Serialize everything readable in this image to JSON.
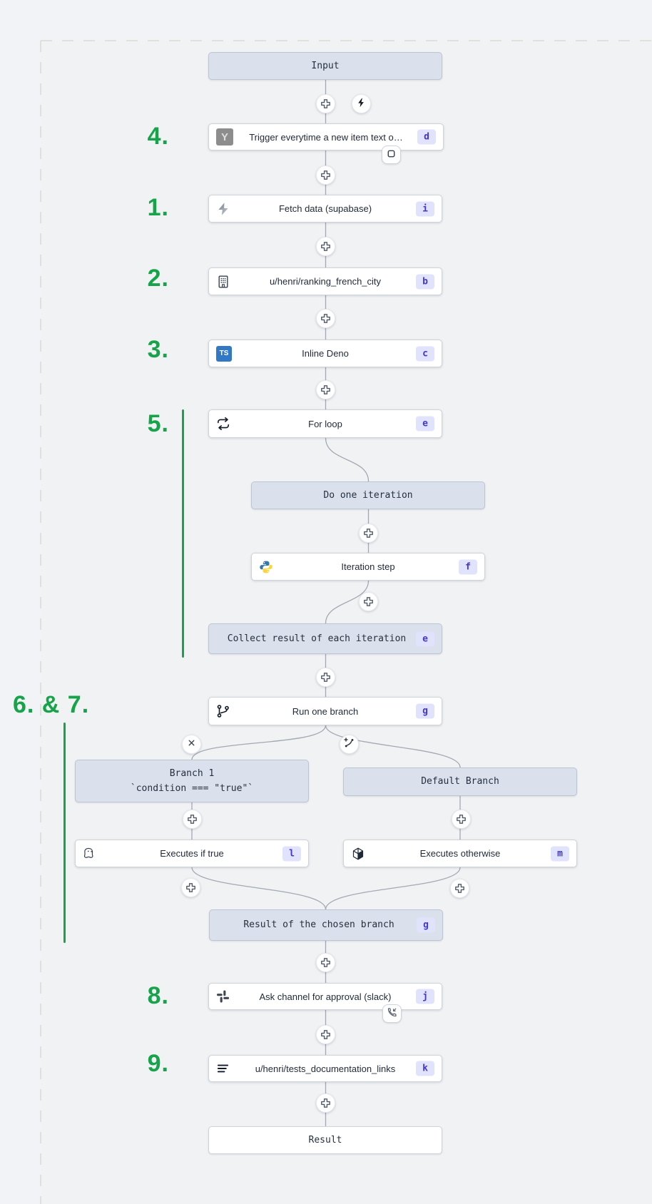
{
  "colors": {
    "accent_green": "#16a34a",
    "badge_bg": "#e0e3fb",
    "badge_text": "#4338ca",
    "module_bg": "#dbe1ec",
    "node_bg": "#ffffff",
    "connector": "#a3a9b3",
    "canvas_bg": "#f0f2f4"
  },
  "annotations": {
    "items": [
      {
        "label": "4."
      },
      {
        "label": "1."
      },
      {
        "label": "2."
      },
      {
        "label": "3."
      },
      {
        "label": "5."
      },
      {
        "label": "6. & 7."
      },
      {
        "label": "8."
      },
      {
        "label": "9."
      }
    ]
  },
  "flow": {
    "nodes": [
      {
        "id": "input",
        "label": "Input",
        "type": "module"
      },
      {
        "id": "trigger",
        "label": "Trigger everytime a new item text o…",
        "badge": "d",
        "icon": "ycombinator-icon"
      },
      {
        "id": "fetch",
        "label": "Fetch data (supabase)",
        "badge": "i",
        "icon": "supabase-icon"
      },
      {
        "id": "ranking",
        "label": "u/henri/ranking_french_city",
        "badge": "b",
        "icon": "building-icon"
      },
      {
        "id": "deno",
        "label": "Inline Deno",
        "badge": "c",
        "icon": "typescript-icon"
      },
      {
        "id": "forloop",
        "label": "For loop",
        "badge": "e",
        "icon": "repeat-icon"
      },
      {
        "id": "do_one_iteration",
        "label": "Do one iteration",
        "type": "module"
      },
      {
        "id": "iteration_step",
        "label": "Iteration step",
        "badge": "f",
        "icon": "python-icon"
      },
      {
        "id": "collect",
        "label": "Collect result of each iteration",
        "badge": "e",
        "type": "module"
      },
      {
        "id": "run_one_branch",
        "label": "Run one branch",
        "badge": "g",
        "icon": "git-branch-icon"
      },
      {
        "id": "branch1",
        "label_line1": "Branch 1",
        "label_line2": "`condition === \"true\"`",
        "type": "module"
      },
      {
        "id": "default_branch",
        "label": "Default Branch",
        "type": "module"
      },
      {
        "id": "executes_if_true",
        "label": "Executes if true",
        "badge": "l",
        "icon": "postgresql-icon"
      },
      {
        "id": "executes_otherwise",
        "label": "Executes otherwise",
        "badge": "m",
        "icon": "cube-icon"
      },
      {
        "id": "result_chosen",
        "label": "Result of the chosen branch",
        "badge": "g",
        "type": "module"
      },
      {
        "id": "ask_approval",
        "label": "Ask channel for approval (slack)",
        "badge": "j",
        "icon": "slack-icon"
      },
      {
        "id": "tests_links",
        "label": "u/henri/tests_documentation_links",
        "badge": "k",
        "icon": "menu-lines-icon"
      },
      {
        "id": "result",
        "label": "Result",
        "type": "module-white"
      }
    ]
  }
}
